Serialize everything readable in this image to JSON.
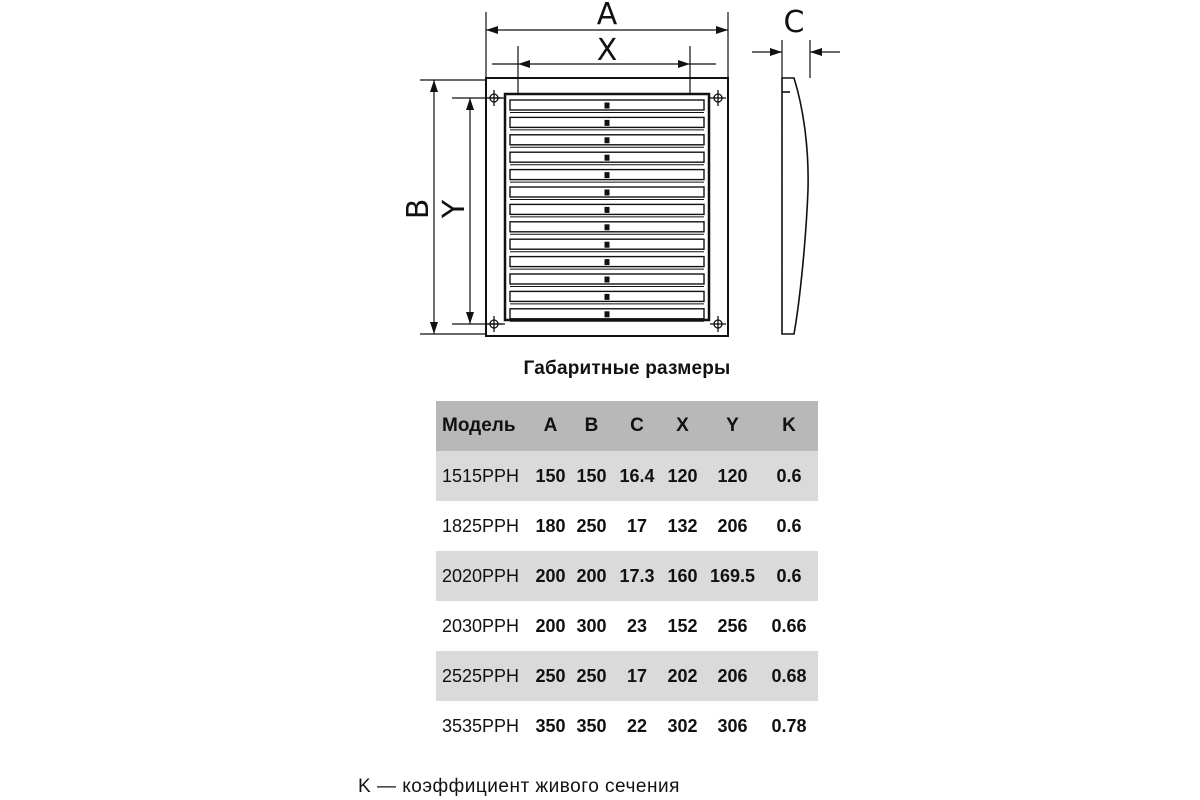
{
  "drawing": {
    "labels": {
      "a": "A",
      "x": "X",
      "b": "B",
      "y": "Y",
      "c": "C"
    }
  },
  "table": {
    "title": "Габаритные размеры",
    "headers": [
      "Модель",
      "A",
      "B",
      "C",
      "X",
      "Y",
      "K"
    ],
    "rows": [
      [
        "1515PPH",
        "150",
        "150",
        "16.4",
        "120",
        "120",
        "0.6"
      ],
      [
        "1825PPH",
        "180",
        "250",
        "17",
        "132",
        "206",
        "0.6"
      ],
      [
        "2020PPH",
        "200",
        "200",
        "17.3",
        "160",
        "169.5",
        "0.6"
      ],
      [
        "2030PPH",
        "200",
        "300",
        "23",
        "152",
        "256",
        "0.66"
      ],
      [
        "2525PPH",
        "250",
        "250",
        "17",
        "202",
        "206",
        "0.68"
      ],
      [
        "3535PPH",
        "350",
        "350",
        "22",
        "302",
        "306",
        "0.78"
      ]
    ]
  },
  "footnote": "K — коэффициент живого сечения",
  "colors": {
    "header_bg": "#b8b8b8",
    "stripe_bg": "#dadada",
    "line": "#111111"
  }
}
